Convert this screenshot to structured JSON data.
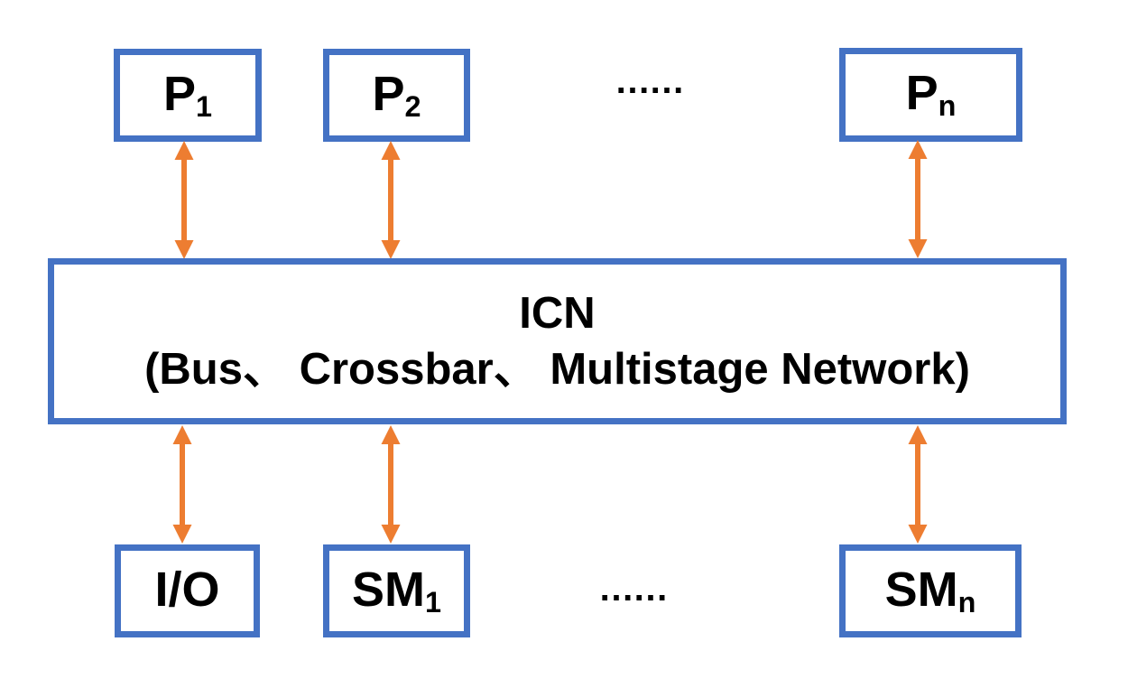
{
  "colors": {
    "border": "#4472C4",
    "arrow": "#ED7D31",
    "text": "#000000",
    "background": "#FFFFFF"
  },
  "nodes": {
    "p1": {
      "label": "P",
      "subscript": "1"
    },
    "p2": {
      "label": "P",
      "subscript": "2"
    },
    "pn": {
      "label": "P",
      "subscript": "n"
    },
    "io": {
      "label": "I/O",
      "subscript": ""
    },
    "sm1": {
      "label": "SM",
      "subscript": "1"
    },
    "smn": {
      "label": "SM",
      "subscript": "n"
    }
  },
  "icn": {
    "title": "ICN",
    "subtitle": "(Bus、 Crossbar、 Multistage Network)"
  },
  "ellipsis": {
    "top": "……",
    "bottom": "……"
  }
}
